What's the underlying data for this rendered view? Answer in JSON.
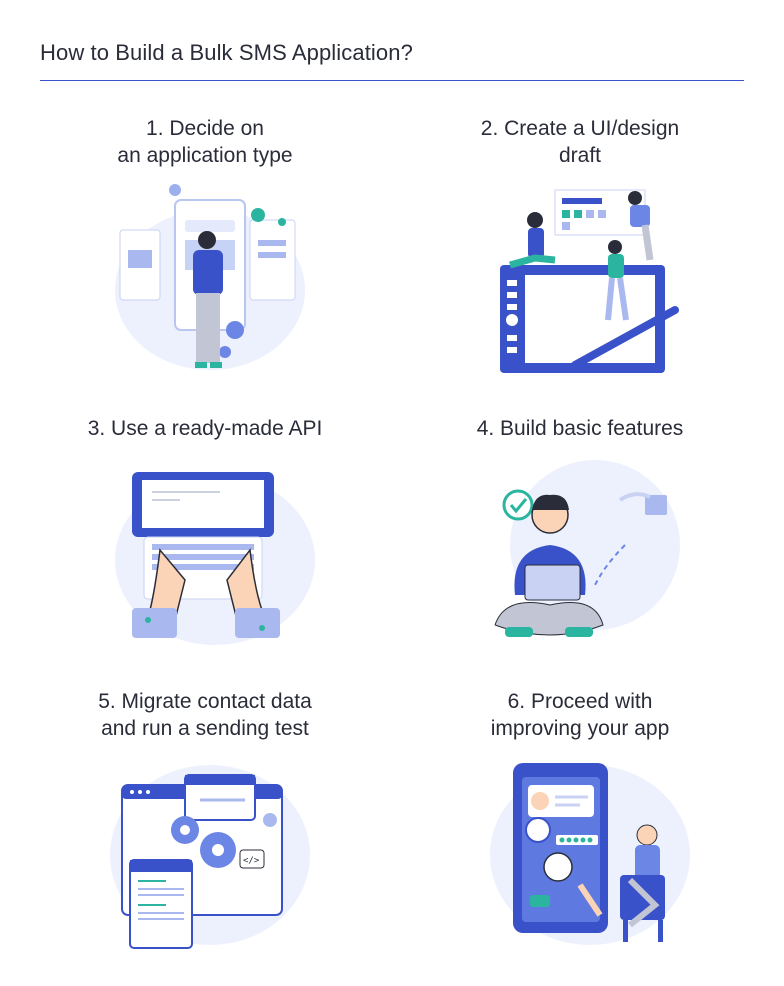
{
  "page": {
    "title": "How to Build a Bulk SMS Application?"
  },
  "steps": [
    {
      "line1": "1.  Decide on",
      "line2": "an application type",
      "illustration": "app-type-illustration"
    },
    {
      "line1": "2. Create a UI/design",
      "line2": "draft",
      "illustration": "ui-design-illustration"
    },
    {
      "line1": "3. Use a ready-made API",
      "line2": "",
      "illustration": "laptop-typing-illustration"
    },
    {
      "line1": "4. Build basic features",
      "line2": "",
      "illustration": "developer-laptop-illustration"
    },
    {
      "line1": "5. Migrate contact data",
      "line2": "and run a sending test",
      "illustration": "gears-windows-illustration"
    },
    {
      "line1": "6. Proceed with",
      "line2": "improving your app",
      "illustration": "phone-feedback-illustration"
    }
  ],
  "colors": {
    "accent": "#3a52c9",
    "blob": "#edf1fd",
    "teal": "#2bb5a0",
    "text": "#2a2d39"
  }
}
